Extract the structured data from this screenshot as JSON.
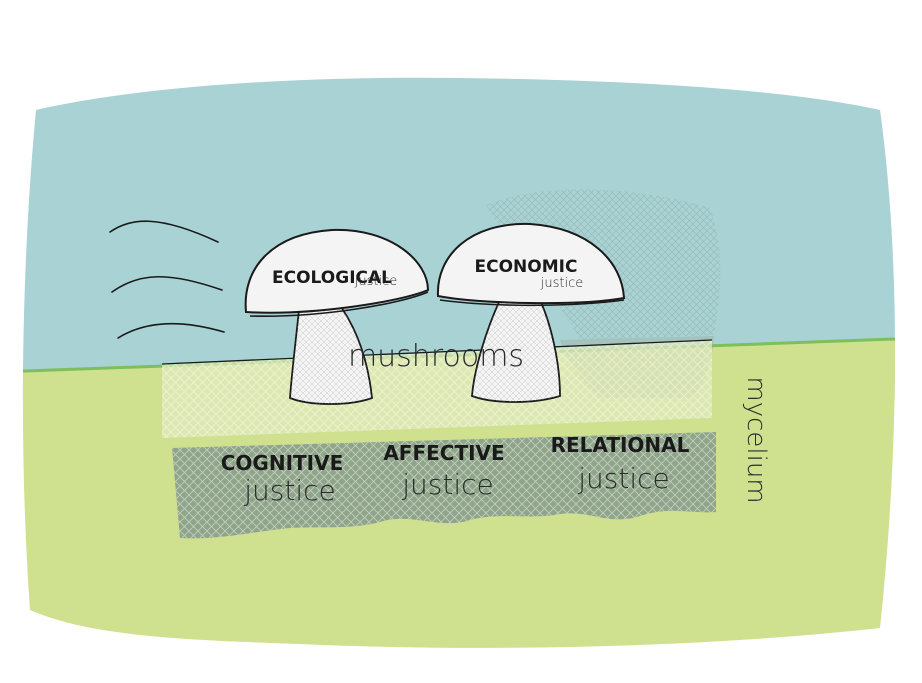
{
  "mushrooms": [
    {
      "title": "ECOLOGICAL",
      "subtitle": "justice"
    },
    {
      "title": "ECONOMIC",
      "subtitle": "justice"
    }
  ],
  "mushrooms_label": "mushrooms",
  "mycelium_label": "mycelium",
  "mycelium_items": [
    {
      "title": "COGNITIVE",
      "subtitle": "justice"
    },
    {
      "title": "AFFECTIVE",
      "subtitle": "justice"
    },
    {
      "title": "RELATIONAL",
      "subtitle": "justice"
    }
  ],
  "colors": {
    "sky": "#a8d2d4",
    "ground": "#cfe18e",
    "horizon": "#7dbf5b",
    "mycelium_band": "#8fa58a",
    "mushroom_band": "#e3ebc0",
    "mushroom_cap": "#f4f4f4",
    "stroke": "#1a1a1a"
  }
}
